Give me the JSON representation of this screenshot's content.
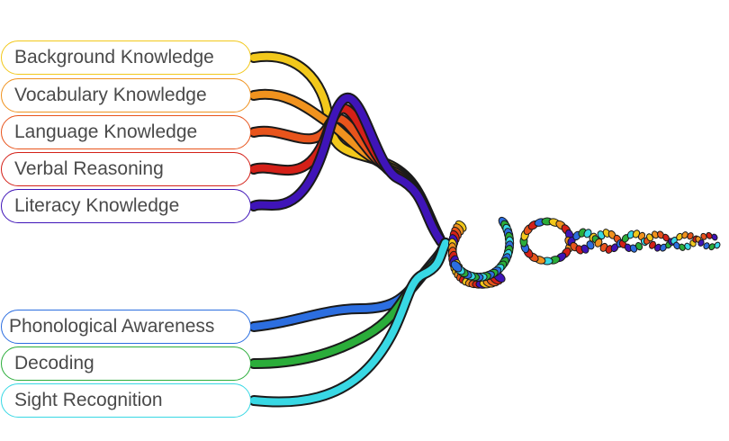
{
  "diagram": {
    "strands": [
      {
        "label": "Background Knowledge",
        "color": "#f2c81b",
        "group": "upper"
      },
      {
        "label": "Vocabulary Knowledge",
        "color": "#f0921e",
        "group": "upper"
      },
      {
        "label": "Language Knowledge",
        "color": "#e8541c",
        "group": "upper"
      },
      {
        "label": "Verbal Reasoning",
        "color": "#d42018",
        "group": "upper"
      },
      {
        "label": "Literacy Knowledge",
        "color": "#3f14b8",
        "group": "upper"
      },
      {
        "label": "Phonological Awareness",
        "color": "#2c6ee0",
        "group": "lower"
      },
      {
        "label": "Decoding",
        "color": "#2bad3a",
        "group": "lower"
      },
      {
        "label": "Sight Recognition",
        "color": "#38d8e4",
        "group": "lower"
      }
    ]
  }
}
